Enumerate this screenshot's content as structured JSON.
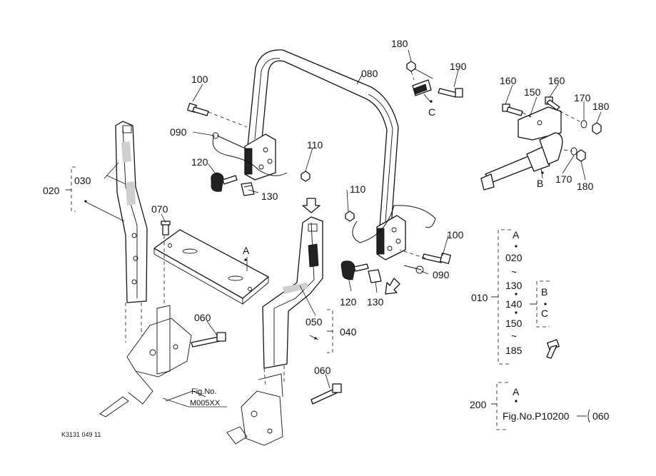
{
  "labels": {
    "p010": "010",
    "p020": "020",
    "p030": "030",
    "p040": "040",
    "p050": "050",
    "p060a": "060",
    "p060b": "060",
    "p070": "070",
    "p080": "080",
    "p090a": "090",
    "p090b": "090",
    "p100a": "100",
    "p100b": "100",
    "p110a": "110",
    "p110b": "110",
    "p120a": "120",
    "p120b": "120",
    "p130a": "130",
    "p130b": "130",
    "p150": "150",
    "p160a": "160",
    "p160b": "160",
    "p170a": "170",
    "p170b": "170",
    "p180a": "180",
    "p180b": "180",
    "p180c": "180",
    "p190": "190",
    "p200": "200"
  },
  "letters": {
    "a_plate": "A",
    "b_belt": "B",
    "c_latch": "C"
  },
  "figref": {
    "line1": "Fig.No.",
    "line2": "M005XX"
  },
  "kit010": {
    "a": "A",
    "v020": "020",
    "tilde1": "~",
    "v130": "130",
    "v140": "140",
    "v150": "150",
    "tilde2": "~",
    "v185": "185",
    "b": "B",
    "c": "C"
  },
  "kit200": {
    "a": "A",
    "ref": "Fig.No.P10200",
    "v060": "060"
  },
  "drawing_code": "K3131 049 11"
}
